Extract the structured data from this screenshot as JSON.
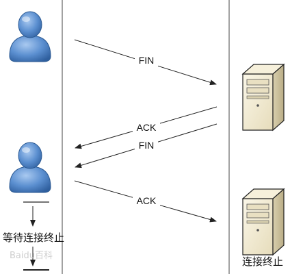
{
  "messages": [
    {
      "label": "FIN"
    },
    {
      "label": "ACK"
    },
    {
      "label": "FIN"
    },
    {
      "label": "ACK"
    }
  ],
  "client_wait_label": "等待连接终止",
  "server_end_label": "连接终止",
  "watermark": "Baidu百科",
  "icons": {
    "client": "user-icon",
    "server": "server-icon"
  },
  "colors": {
    "user_fill": "#5b8fd0",
    "user_stroke": "#2c5a93",
    "server_face": "#f1ead2",
    "server_side": "#d8cfae",
    "line": "#222222"
  }
}
